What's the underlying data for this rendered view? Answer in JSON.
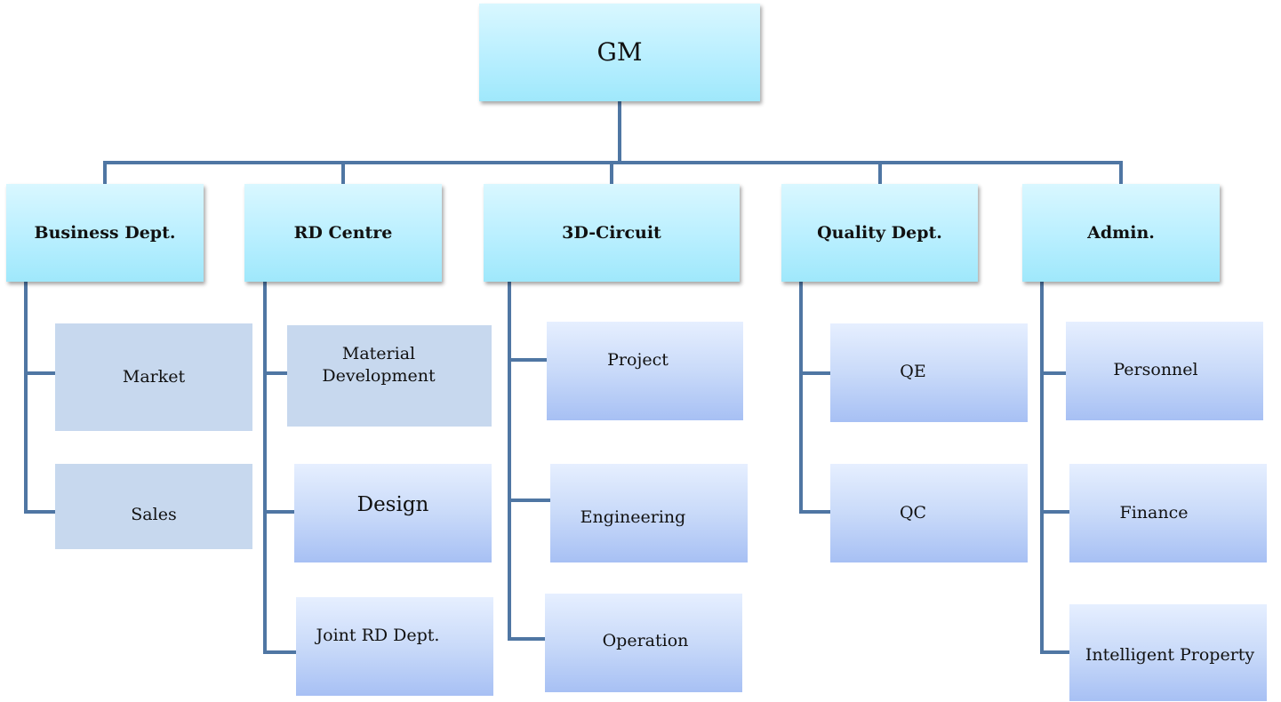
{
  "root": "GM",
  "departments": [
    {
      "name": "Business Dept.",
      "units": [
        "Market",
        "Sales"
      ]
    },
    {
      "name": "RD Centre",
      "units": [
        "Material Development",
        "Design",
        "Joint RD Dept."
      ]
    },
    {
      "name": "3D-Circuit",
      "units": [
        "Project",
        "Engineering",
        "Operation"
      ]
    },
    {
      "name": "Quality Dept.",
      "units": [
        "QE",
        "QC"
      ]
    },
    {
      "name": "Admin.",
      "units": [
        "Personnel",
        "Finance",
        "Intelligent Property"
      ]
    }
  ],
  "colors": {
    "connector": "#4f76a3",
    "header_fill": "#b9efff",
    "unit_fill_flat": "#c7d8ee",
    "unit_fill_gradient": "#c9daf9"
  }
}
